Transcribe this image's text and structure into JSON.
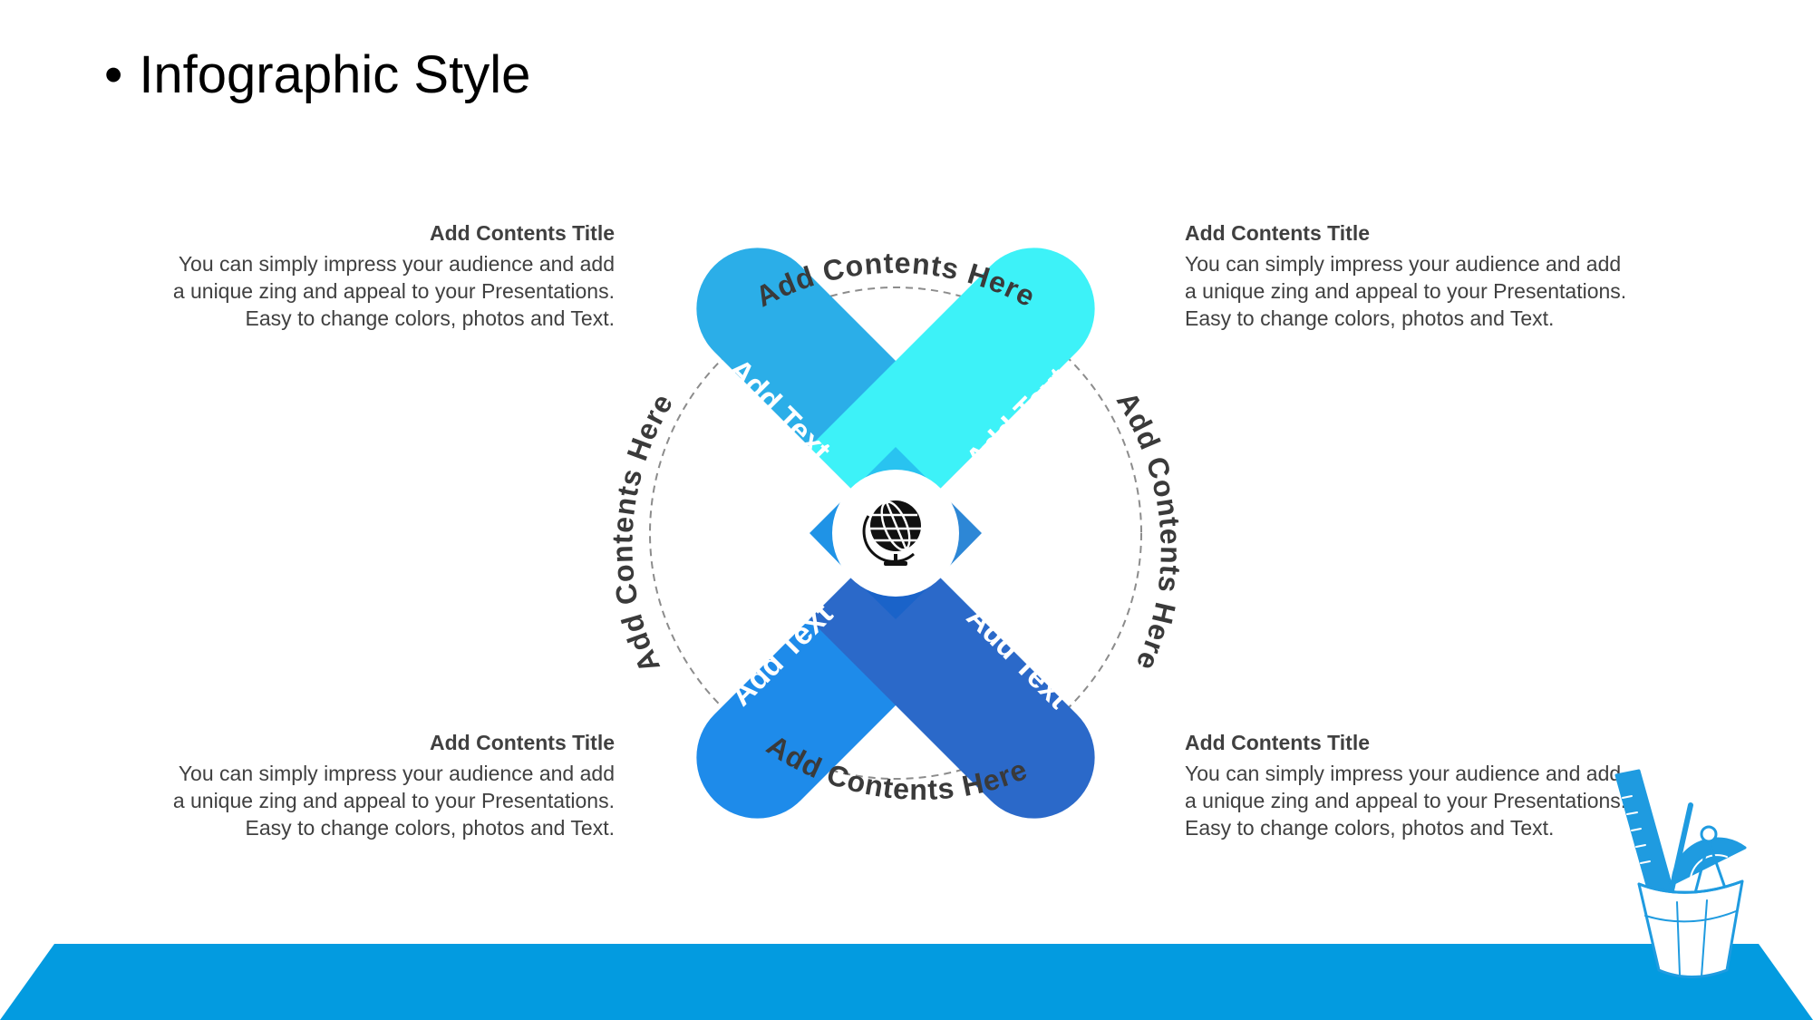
{
  "slide": {
    "title": "Infographic Style",
    "bullet": "•"
  },
  "blocks": [
    {
      "title": "Add Contents Title",
      "body": "You can simply impress your audience and add\na unique zing and appeal to your Presentations.\nEasy to change colors, photos and Text."
    },
    {
      "title": "Add Contents Title",
      "body": "You can simply impress your audience and add\na unique zing and appeal to your Presentations.\nEasy to change colors, photos and Text."
    },
    {
      "title": "Add Contents Title",
      "body": "You can simply impress your audience and add\na unique zing and appeal to your Presentations.\nEasy to change colors, photos and Text."
    },
    {
      "title": "Add Contents Title",
      "body": "You can simply impress your audience and add\na unique zing and appeal to your Presentations.\nEasy to change colors, photos and Text."
    }
  ],
  "diagram": {
    "ring_labels": {
      "top": "Add Contents Here",
      "right": "Add Contents Here",
      "bottom": "Add Contents Here",
      "left": "Add Contents Here"
    },
    "petals": {
      "top_left": "Add Text",
      "top_right": "Add Text",
      "bottom_left": "Add Text",
      "bottom_right": "Add Text"
    },
    "center_icon": "globe-icon",
    "colors": {
      "petal_top_left": "#2BAEE8",
      "petal_top_right": "#3DF2F8",
      "petal_bottom_left": "#1E8BEA",
      "petal_bottom_right": "#2B69C9",
      "overlap_top": "#29C3F0",
      "overlap_bottom": "#1A63C9",
      "ring": "#8C8C8C",
      "ring_text": "#3A3A3A"
    }
  },
  "decor": {
    "footer_color": "#039BE0",
    "pencil_cup_icon": "pencil-cup-icon"
  }
}
